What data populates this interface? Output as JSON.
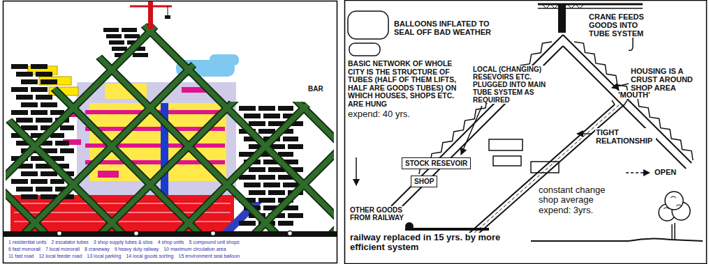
{
  "diagram": {
    "nodes": [
      {
        "text": [
          "STOCK RESEVOIR"
        ]
      },
      {
        "text": [
          "SHOP"
        ]
      }
    ],
    "labels": [
      "BAR",
      "1 residential units",
      "2 escalator tubes",
      "3 shop supply tubes & silos",
      "4 shop units",
      "5 compound unit shops",
      "6 fast monorail",
      "7 local monorail",
      "8 craneway",
      "9 heavy duty railway",
      "10 maximum circulation area",
      "11 fast road",
      "12 local feeder road",
      "13 local parking",
      "14 local goods sorting",
      "15 environment seal balloon",
      "CRANE FEEDS GOODS INTO TUBE SYSTEM",
      "BALLOONS INFLATED TO SEAL OFF BAD WEATHER",
      "'MOUTH'",
      "BASIC NETWORK OF WHOLE CITY IS THE STRUCTURE OF TUBES (HALF OF THEM LIFTS, HALF ARE GOODS TUBES) ON WHICH HOUSES, SHOPS ETC. ARE HUNG",
      "expend: 40 yrs.",
      "LOCAL (CHANGING) RESEVOIRS ETC. PLUGGED INTO MAIN TUBE SYSTEM AS REQUIRED",
      "HOUSING IS A CRUST AROUND SHOP AREA",
      "TIGHT RELATIONSHIP",
      "OPEN",
      "constant change shop average expend: 3yrs.",
      "OTHER GOODS FROM RAILWAY",
      "railway replaced in 15 yrs. by more efficient system"
    ]
  }
}
